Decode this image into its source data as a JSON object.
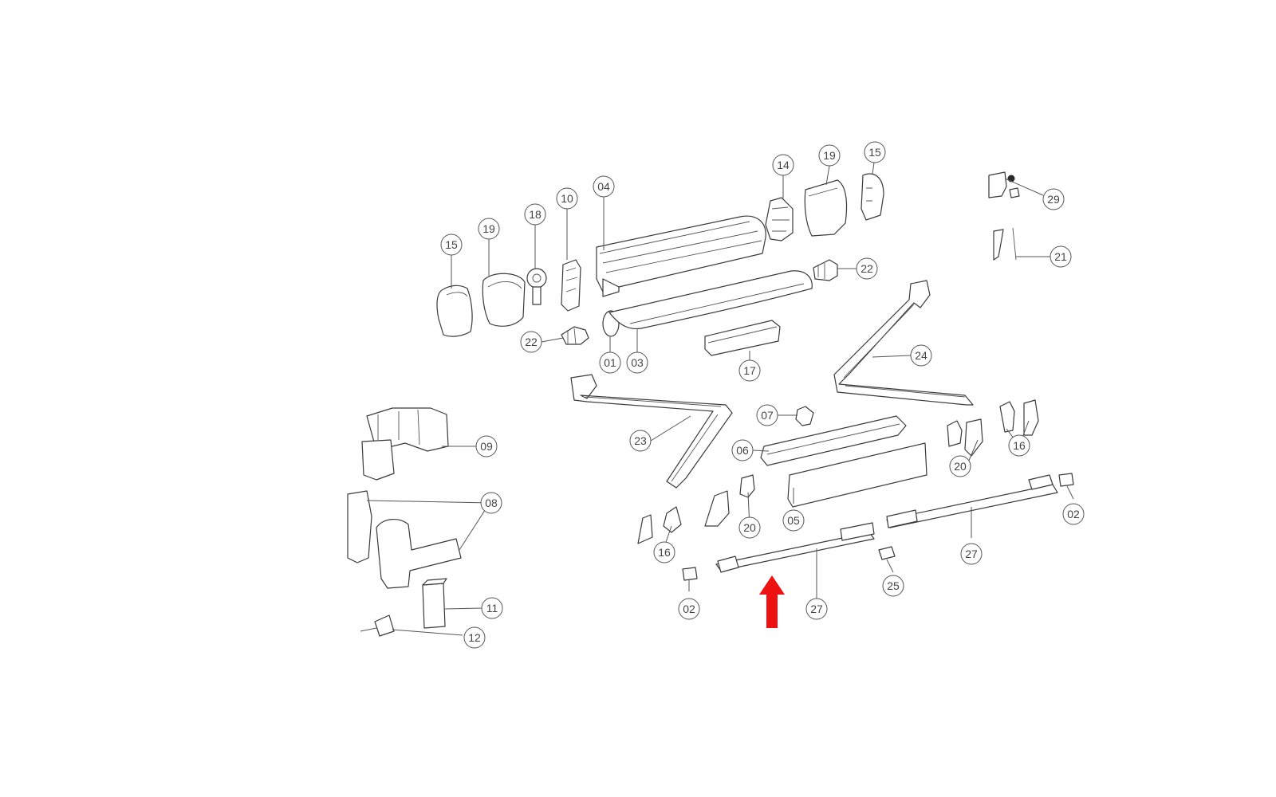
{
  "diagram": {
    "callouts": [
      {
        "id": "c-15a",
        "label": "15"
      },
      {
        "id": "c-19a",
        "label": "19"
      },
      {
        "id": "c-18",
        "label": "18"
      },
      {
        "id": "c-10",
        "label": "10"
      },
      {
        "id": "c-04",
        "label": "04"
      },
      {
        "id": "c-14",
        "label": "14"
      },
      {
        "id": "c-19b",
        "label": "19"
      },
      {
        "id": "c-15b",
        "label": "15"
      },
      {
        "id": "c-29",
        "label": "29"
      },
      {
        "id": "c-21",
        "label": "21"
      },
      {
        "id": "c-22a",
        "label": "22"
      },
      {
        "id": "c-22b",
        "label": "22"
      },
      {
        "id": "c-01",
        "label": "01"
      },
      {
        "id": "c-03",
        "label": "03"
      },
      {
        "id": "c-17",
        "label": "17"
      },
      {
        "id": "c-24",
        "label": "24"
      },
      {
        "id": "c-07",
        "label": "07"
      },
      {
        "id": "c-23",
        "label": "23"
      },
      {
        "id": "c-06",
        "label": "06"
      },
      {
        "id": "c-09",
        "label": "09"
      },
      {
        "id": "c-16a",
        "label": "16"
      },
      {
        "id": "c-20a",
        "label": "20"
      },
      {
        "id": "c-08",
        "label": "08"
      },
      {
        "id": "c-05",
        "label": "05"
      },
      {
        "id": "c-20b",
        "label": "20"
      },
      {
        "id": "c-16b",
        "label": "16"
      },
      {
        "id": "c-02a",
        "label": "02"
      },
      {
        "id": "c-27a",
        "label": "27"
      },
      {
        "id": "c-25",
        "label": "25"
      },
      {
        "id": "c-02b",
        "label": "02"
      },
      {
        "id": "c-27b",
        "label": "27"
      },
      {
        "id": "c-11",
        "label": "11"
      },
      {
        "id": "c-12",
        "label": "12"
      }
    ],
    "highlight": {
      "part": "27",
      "color": "#ee1111"
    },
    "line_color": "#3a3a3a",
    "background": "#ffffff"
  }
}
